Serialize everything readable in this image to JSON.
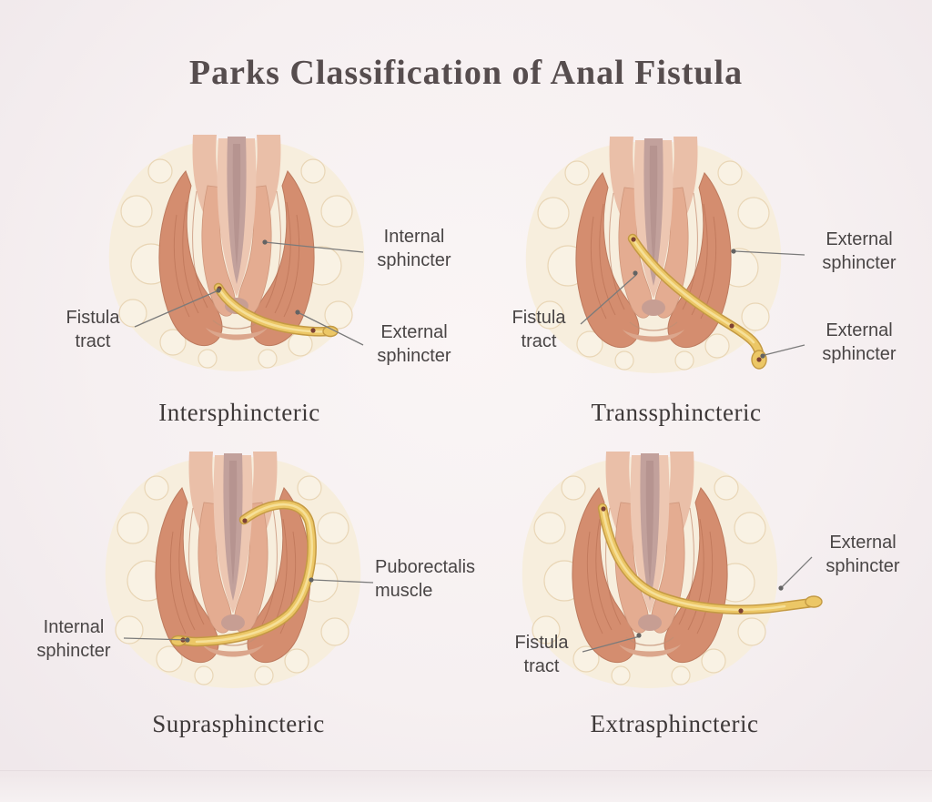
{
  "title": "Parks Classification of Anal Fistula",
  "panels": [
    {
      "name": "Intersphincteric",
      "labels": [
        {
          "text": "Internal\nsphincter"
        },
        {
          "text": "Fistula\ntract"
        },
        {
          "text": "External\nsphincter"
        }
      ]
    },
    {
      "name": "Transsphincteric",
      "labels": [
        {
          "text": "External\nsphincter"
        },
        {
          "text": "Fistula\ntract"
        },
        {
          "text": "External\nsphincter"
        }
      ]
    },
    {
      "name": "Suprasphincteric",
      "labels": [
        {
          "text": "Puborectalis\nmuscle"
        },
        {
          "text": "Internal\nsphincter"
        }
      ]
    },
    {
      "name": "Extrasphincteric",
      "labels": [
        {
          "text": "External\nsphincter"
        },
        {
          "text": "Fistula\ntract"
        }
      ]
    }
  ],
  "colors": {
    "background": "#f6f0f1",
    "fat_tissue": "#f7eedd",
    "muscle": "#d48d6f",
    "inner_muscle": "#e4ac91",
    "mucosa": "#edc7b2",
    "canal": "#c2a19c",
    "fistula": "#ecc766",
    "label_text": "#494545",
    "title_text": "#564d4e"
  }
}
